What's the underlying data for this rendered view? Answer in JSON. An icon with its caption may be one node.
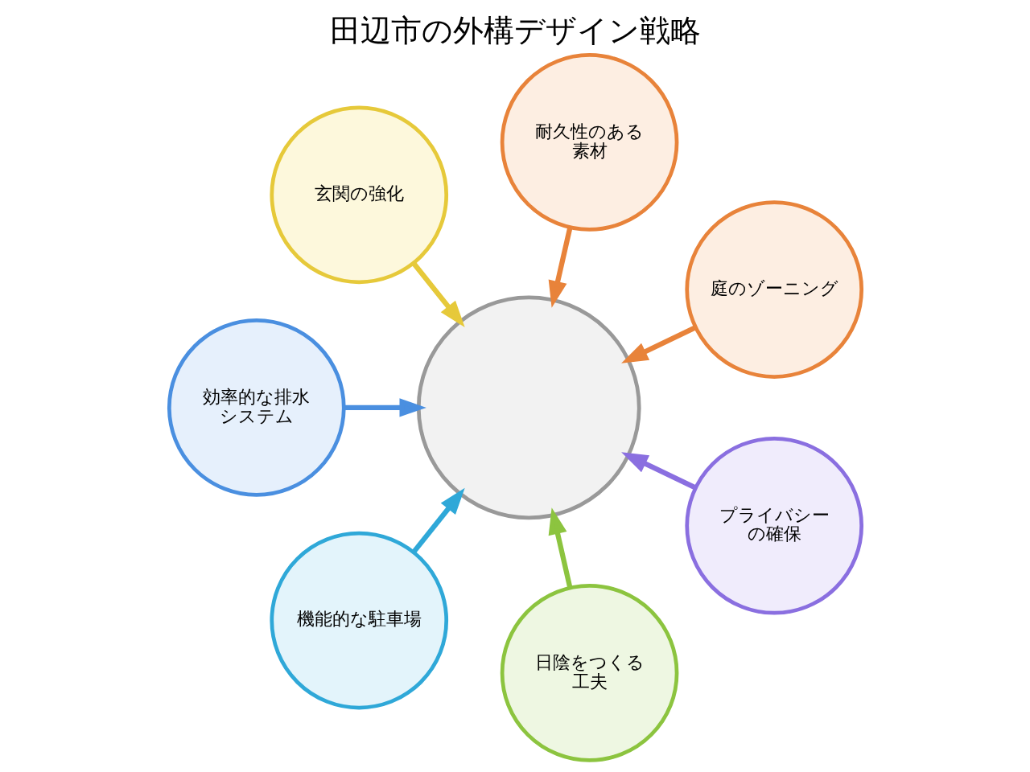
{
  "diagram": {
    "title": "田辺市の外構デザイン戦略",
    "nodes": [
      {
        "text": [],
        "shape": "picture"
      },
      {
        "text": [
          "庭のゾーニング"
        ]
      },
      {
        "text": [
          "耐久性のある素材"
        ]
      },
      {
        "text": [
          "玄関の強化"
        ]
      },
      {
        "text": [
          "効率的な排水システム"
        ]
      },
      {
        "text": [
          "機能的な駐車場"
        ]
      },
      {
        "text": [
          "日陰をつくる工夫"
        ]
      },
      {
        "text": [
          "プライバシーの確保"
        ]
      }
    ],
    "edges": [
      {
        "from": 1,
        "to": 0,
        "arrow": "to",
        "color": "#e8833a"
      },
      {
        "from": 2,
        "to": 0,
        "arrow": "to",
        "color": "#e8833a"
      },
      {
        "from": 3,
        "to": 0,
        "arrow": "to",
        "color": "#e6c93a"
      },
      {
        "from": 4,
        "to": 0,
        "arrow": "to",
        "color": "#4a8fe0"
      },
      {
        "from": 5,
        "to": 0,
        "arrow": "to",
        "color": "#2fa8d8"
      },
      {
        "from": 6,
        "to": 0,
        "arrow": "to",
        "color": "#8cc43f"
      },
      {
        "from": 7,
        "to": 0,
        "arrow": "to",
        "color": "#8a6fe0"
      }
    ]
  }
}
